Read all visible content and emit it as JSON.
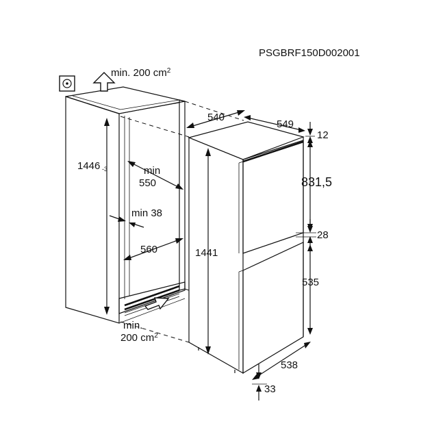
{
  "model_code": "PSGBRF150D002001",
  "niche": {
    "ventilation_top": "min. 200 cm",
    "ventilation_top_sup": "2",
    "height": "1446",
    "height_tolerance": "-3",
    "depth_min_label": "min",
    "depth_min_value": "550",
    "clearance_min": "min 38",
    "width": "560",
    "ventilation_bottom_line1": "min.",
    "ventilation_bottom_line2": "200 cm",
    "ventilation_bottom_sup": "2"
  },
  "appliance": {
    "width": "540",
    "depth": "549",
    "top_gap": "12",
    "upper_door": "831,5",
    "door_gap": "28",
    "lower_door": "535",
    "height": "1441",
    "door_depth": "538",
    "bottom_gap": "33"
  },
  "icons": [
    "socket-icon",
    "arrow-up-icon",
    "arrow-right-icon"
  ]
}
